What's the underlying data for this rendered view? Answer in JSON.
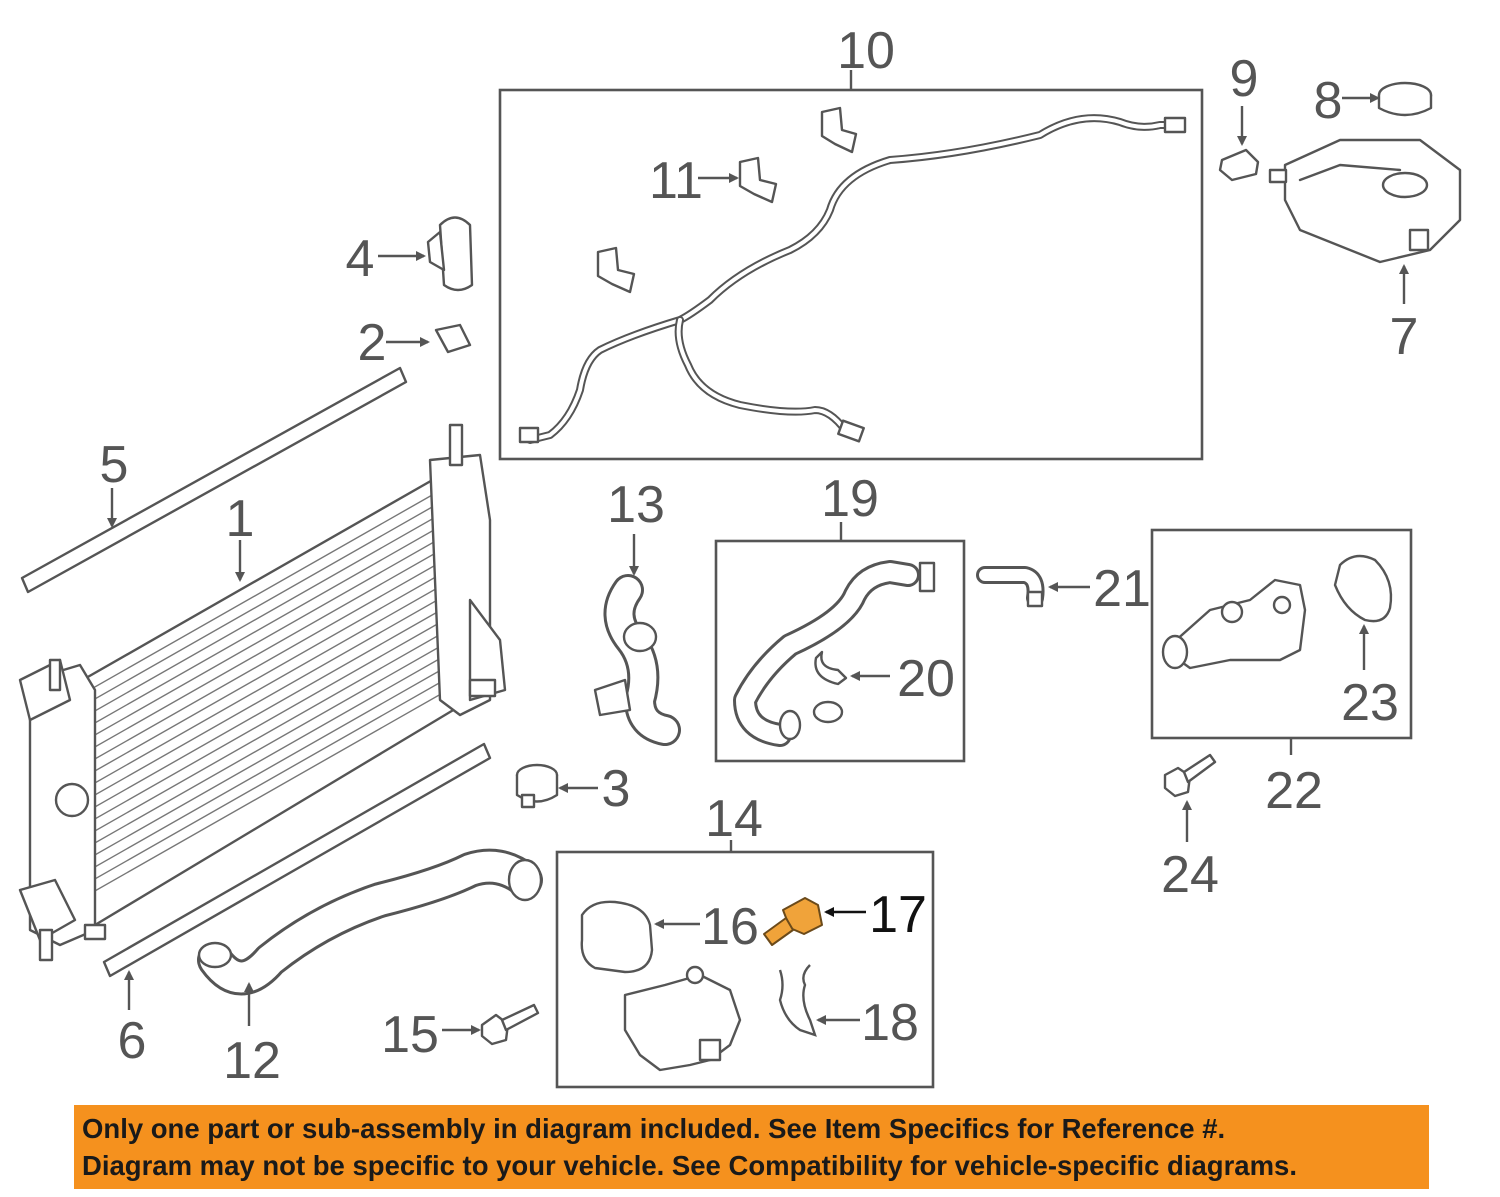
{
  "callouts": {
    "n1": "1",
    "n2": "2",
    "n3": "3",
    "n4": "4",
    "n5": "5",
    "n6": "6",
    "n7": "7",
    "n8": "8",
    "n9": "9",
    "n10": "10",
    "n11": "11",
    "n12": "12",
    "n13": "13",
    "n14": "14",
    "n15": "15",
    "n16": "16",
    "n17": "17",
    "n18": "18",
    "n19": "19",
    "n20": "20",
    "n21": "21",
    "n22": "22",
    "n23": "23",
    "n24": "24"
  },
  "highlight": {
    "callout": "17",
    "color": "#f0a33a"
  },
  "notice": {
    "line1": "Only one part or sub-assembly in diagram included. See Item Specifics for Reference #.",
    "line2": "Diagram may not be specific to your vehicle. See Compatibility for vehicle-specific diagrams.",
    "background": "#f5911e"
  }
}
